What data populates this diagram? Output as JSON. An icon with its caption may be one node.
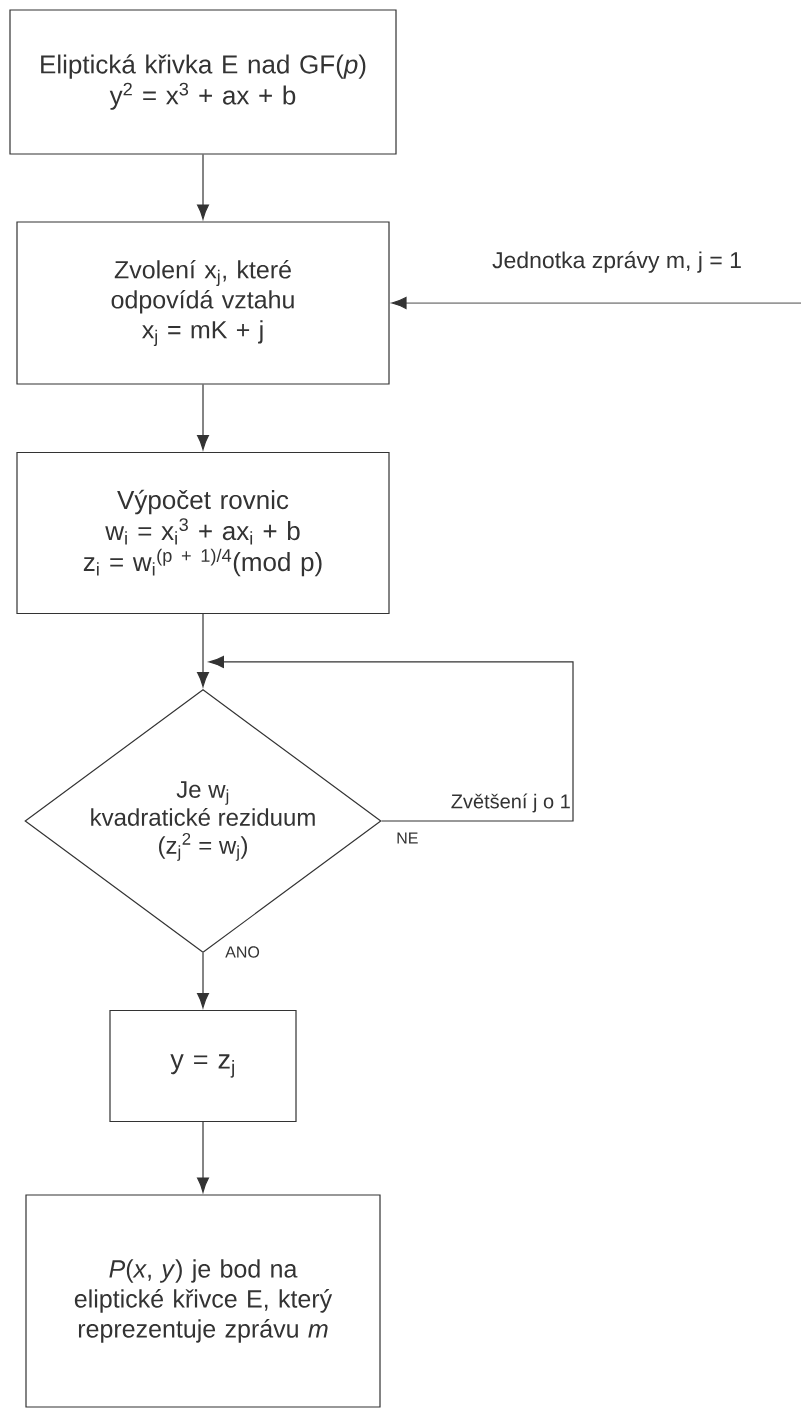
{
  "diagram": {
    "nodes": [
      {
        "text": [
          "Eliptická křivka E nad GF(*p*)",
          "y$^{2}$ = x$^{3}$ + ax + b"
        ]
      },
      {
        "text": [
          "Zvolení x$_{j}$, které odpovídá vztahu",
          "x$_{j}$ = mK + j"
        ]
      },
      {
        "text": [
          "Výpočet rovnic",
          "w$_{i}$ = x$_{i}$$^{3}$ + ax$_{i}$ + b",
          "z$_{i}$ = w$_{i}$$^{(p + 1)/4}$(mod p)"
        ]
      },
      {
        "text": [
          "Je w$_{j}$",
          "kvadratické reziduum",
          "(z$_{j}$$^{2}$ = w$_{j}$)"
        ]
      },
      {
        "text": [
          "y = z$_{j}$"
        ]
      },
      {
        "text": [
          "*P*(*x*, *y*) je bod na eliptické křivce E, který reprezentuje zprávu *m*"
        ]
      }
    ],
    "edges": [
      {
        "from": 0,
        "to": 1,
        "arrow": "to"
      },
      {
        "from": null,
        "to": 1,
        "arrow": "to",
        "label": "Jednotka zprávy m, j = 1"
      },
      {
        "from": 1,
        "to": 2,
        "arrow": "to"
      },
      {
        "from": 2,
        "to": 3,
        "arrow": "to"
      },
      {
        "from": 3,
        "to": 3,
        "arrow": "to",
        "label": "Zvětšení j o 1"
      },
      {
        "from": 3,
        "to": 4,
        "arrow": "to",
        "label": "ANO"
      },
      {
        "from": 4,
        "to": 5,
        "arrow": "to"
      }
    ],
    "labels": [
      "NE"
    ]
  }
}
